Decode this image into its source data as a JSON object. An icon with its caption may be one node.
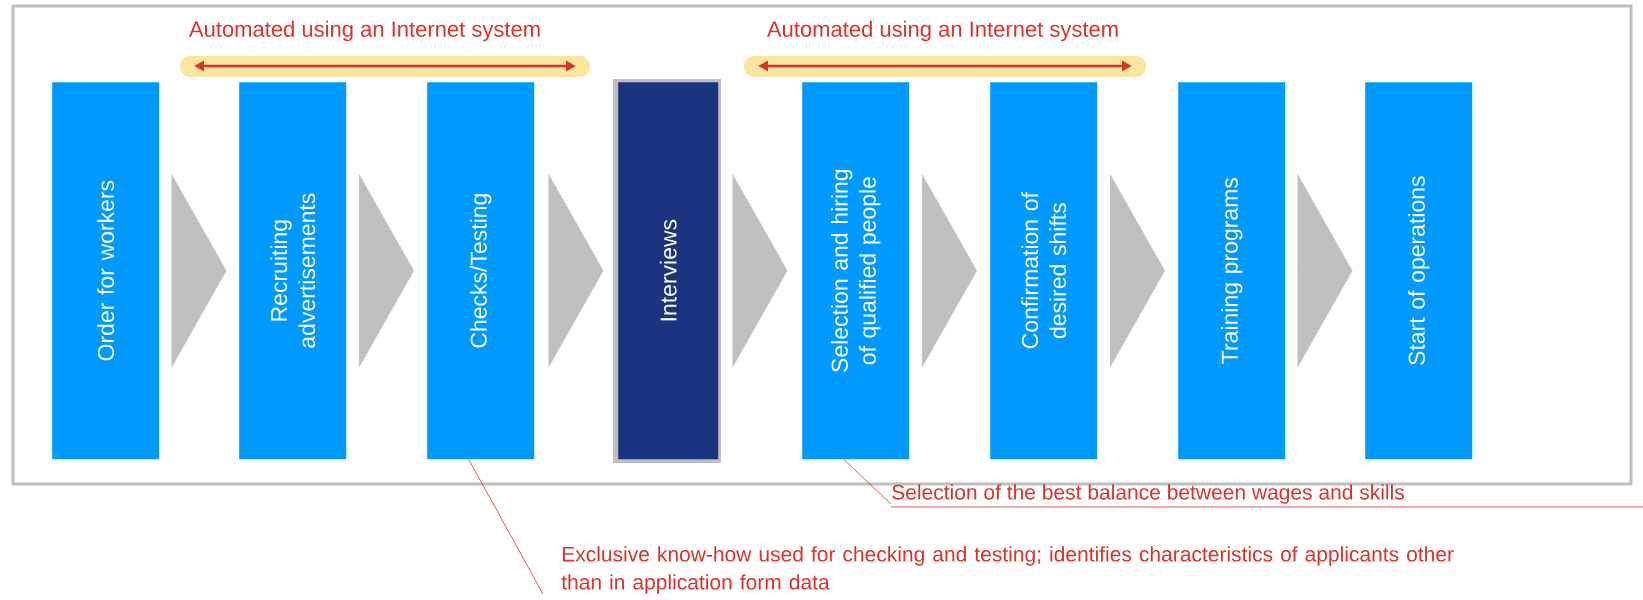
{
  "diagram": {
    "nodes": [
      {
        "text": [
          "Order for workers"
        ]
      },
      {
        "text": [
          "Recruiting advertisements"
        ]
      },
      {
        "text": [
          "Checks/Testing"
        ]
      },
      {
        "text": [
          "Interviews"
        ]
      },
      {
        "text": [
          "Selection and hiring of qualified people"
        ]
      },
      {
        "text": [
          "Confirmation of desired shifts"
        ]
      },
      {
        "text": [
          "Training programs"
        ]
      },
      {
        "text": [
          "Start of operations"
        ]
      },
      {
        "text": [
          "Selection of the best balance between wages and skills"
        ]
      },
      {
        "text": [
          "Exclusive know-how used for checking and testing; identifies characteristics of applicants other than in application form data"
        ]
      }
    ],
    "edges": [
      {
        "from": 0,
        "to": 1,
        "arrow": "to"
      },
      {
        "from": 1,
        "to": 2,
        "arrow": "to"
      },
      {
        "from": 2,
        "to": 3,
        "arrow": "to"
      },
      {
        "from": 3,
        "to": 4,
        "arrow": "to"
      },
      {
        "from": 4,
        "to": 5,
        "arrow": "to"
      },
      {
        "from": 5,
        "to": 6,
        "arrow": "to"
      },
      {
        "from": 6,
        "to": 7,
        "arrow": "to"
      },
      {
        "from": 8,
        "to": 4,
        "arrow": "none",
        "color": "#d9332b"
      },
      {
        "from": 9,
        "to": 2,
        "arrow": "none",
        "color": "#d9332b"
      }
    ],
    "labels": [
      "Automated using an Internet system",
      "Automated using an Internet system"
    ]
  }
}
